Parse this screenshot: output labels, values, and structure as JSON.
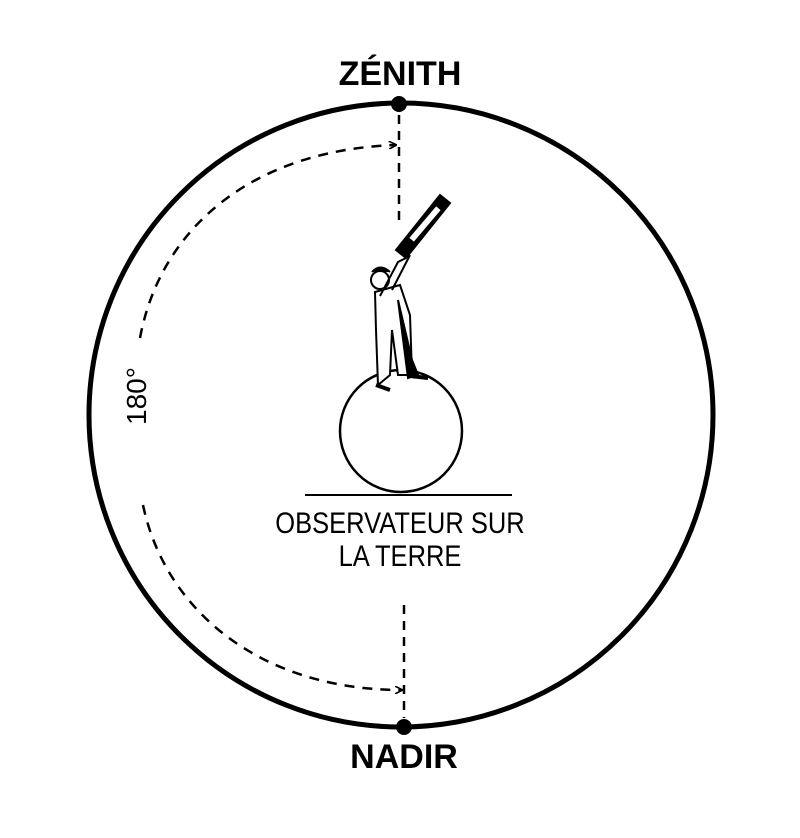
{
  "labels": {
    "zenith": "ZÉNITH",
    "nadir": "NADIR",
    "observer_line1": "OBSERVATEUR SUR",
    "observer_line2": "LA TERRE",
    "angle": "180°"
  }
}
